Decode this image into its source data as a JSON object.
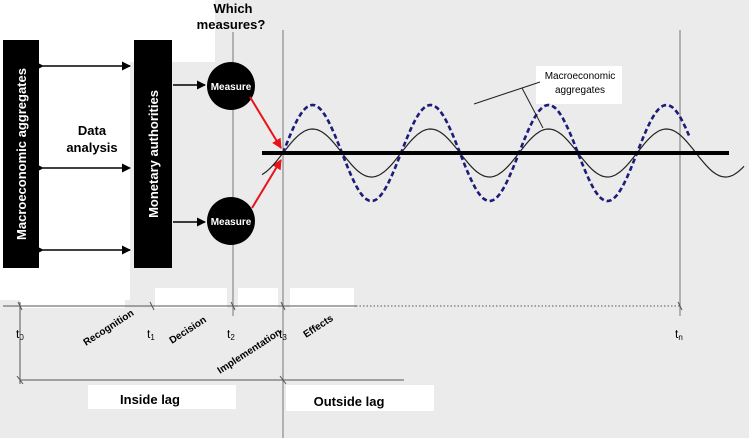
{
  "header": {
    "question": [
      "Which",
      "measures?"
    ]
  },
  "blocks": {
    "left": "Macroeconomic aggregates",
    "right": "Monetary authorities"
  },
  "data_analysis": [
    "Data",
    "analysis"
  ],
  "measure_label": "Measure",
  "aggregates_label": [
    "Macroeconomic",
    "aggregates"
  ],
  "timeline": {
    "ticks": [
      {
        "main": "t",
        "sub": "0"
      },
      {
        "main": "t",
        "sub": "1"
      },
      {
        "main": "t",
        "sub": "2"
      },
      {
        "main": "t",
        "sub": "3"
      },
      {
        "main": "t",
        "sub": "n"
      }
    ],
    "phases": [
      "Recognition",
      "Decision",
      "Implementation",
      "Effects"
    ]
  },
  "lags": {
    "inside": "Inside lag",
    "outside": "Outside lag"
  },
  "colors": {
    "background": "#ebebeb",
    "panel": "#ffffff",
    "block": "#000000",
    "arrow_accent": "#e8141a",
    "dashed_wave": "#1c1c7a",
    "solid_wave": "#222222",
    "guide_line": "#777777"
  }
}
